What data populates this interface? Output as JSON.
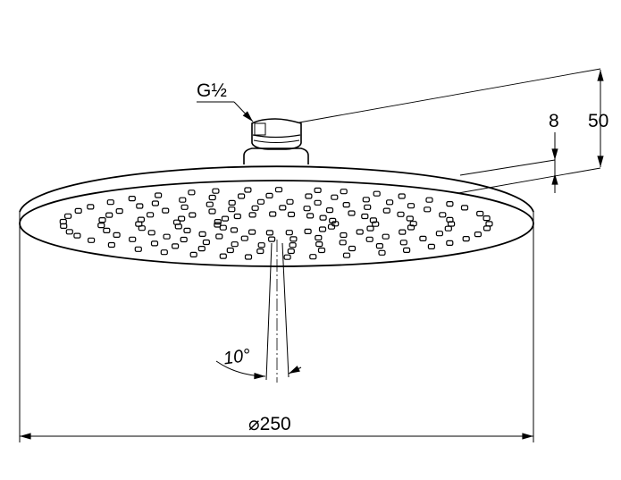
{
  "drawing": {
    "thread_label": "G½",
    "height_label": "50",
    "rim_label": "8",
    "diameter_label": "⌀250",
    "angle_label": "10°"
  },
  "colors": {
    "line": "#000000",
    "background": "#ffffff"
  }
}
